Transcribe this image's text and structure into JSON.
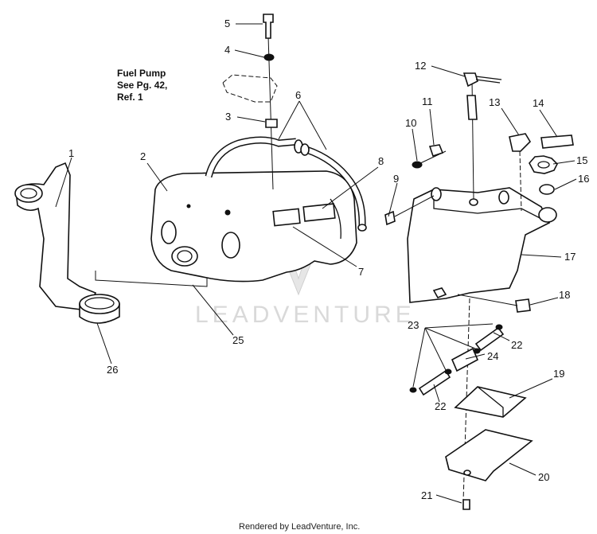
{
  "fuel_pump_note": {
    "line1": "Fuel Pump",
    "line2": "See Pg. 42,",
    "line3": "Ref. 1"
  },
  "callouts": [
    "1",
    "2",
    "3",
    "4",
    "5",
    "6",
    "7",
    "8",
    "9",
    "10",
    "11",
    "12",
    "13",
    "14",
    "15",
    "16",
    "17",
    "18",
    "19",
    "20",
    "21",
    "22",
    "22",
    "23",
    "24",
    "25",
    "26"
  ],
  "watermark": "LEADVENTURE",
  "credit": "Rendered by LeadVenture, Inc."
}
